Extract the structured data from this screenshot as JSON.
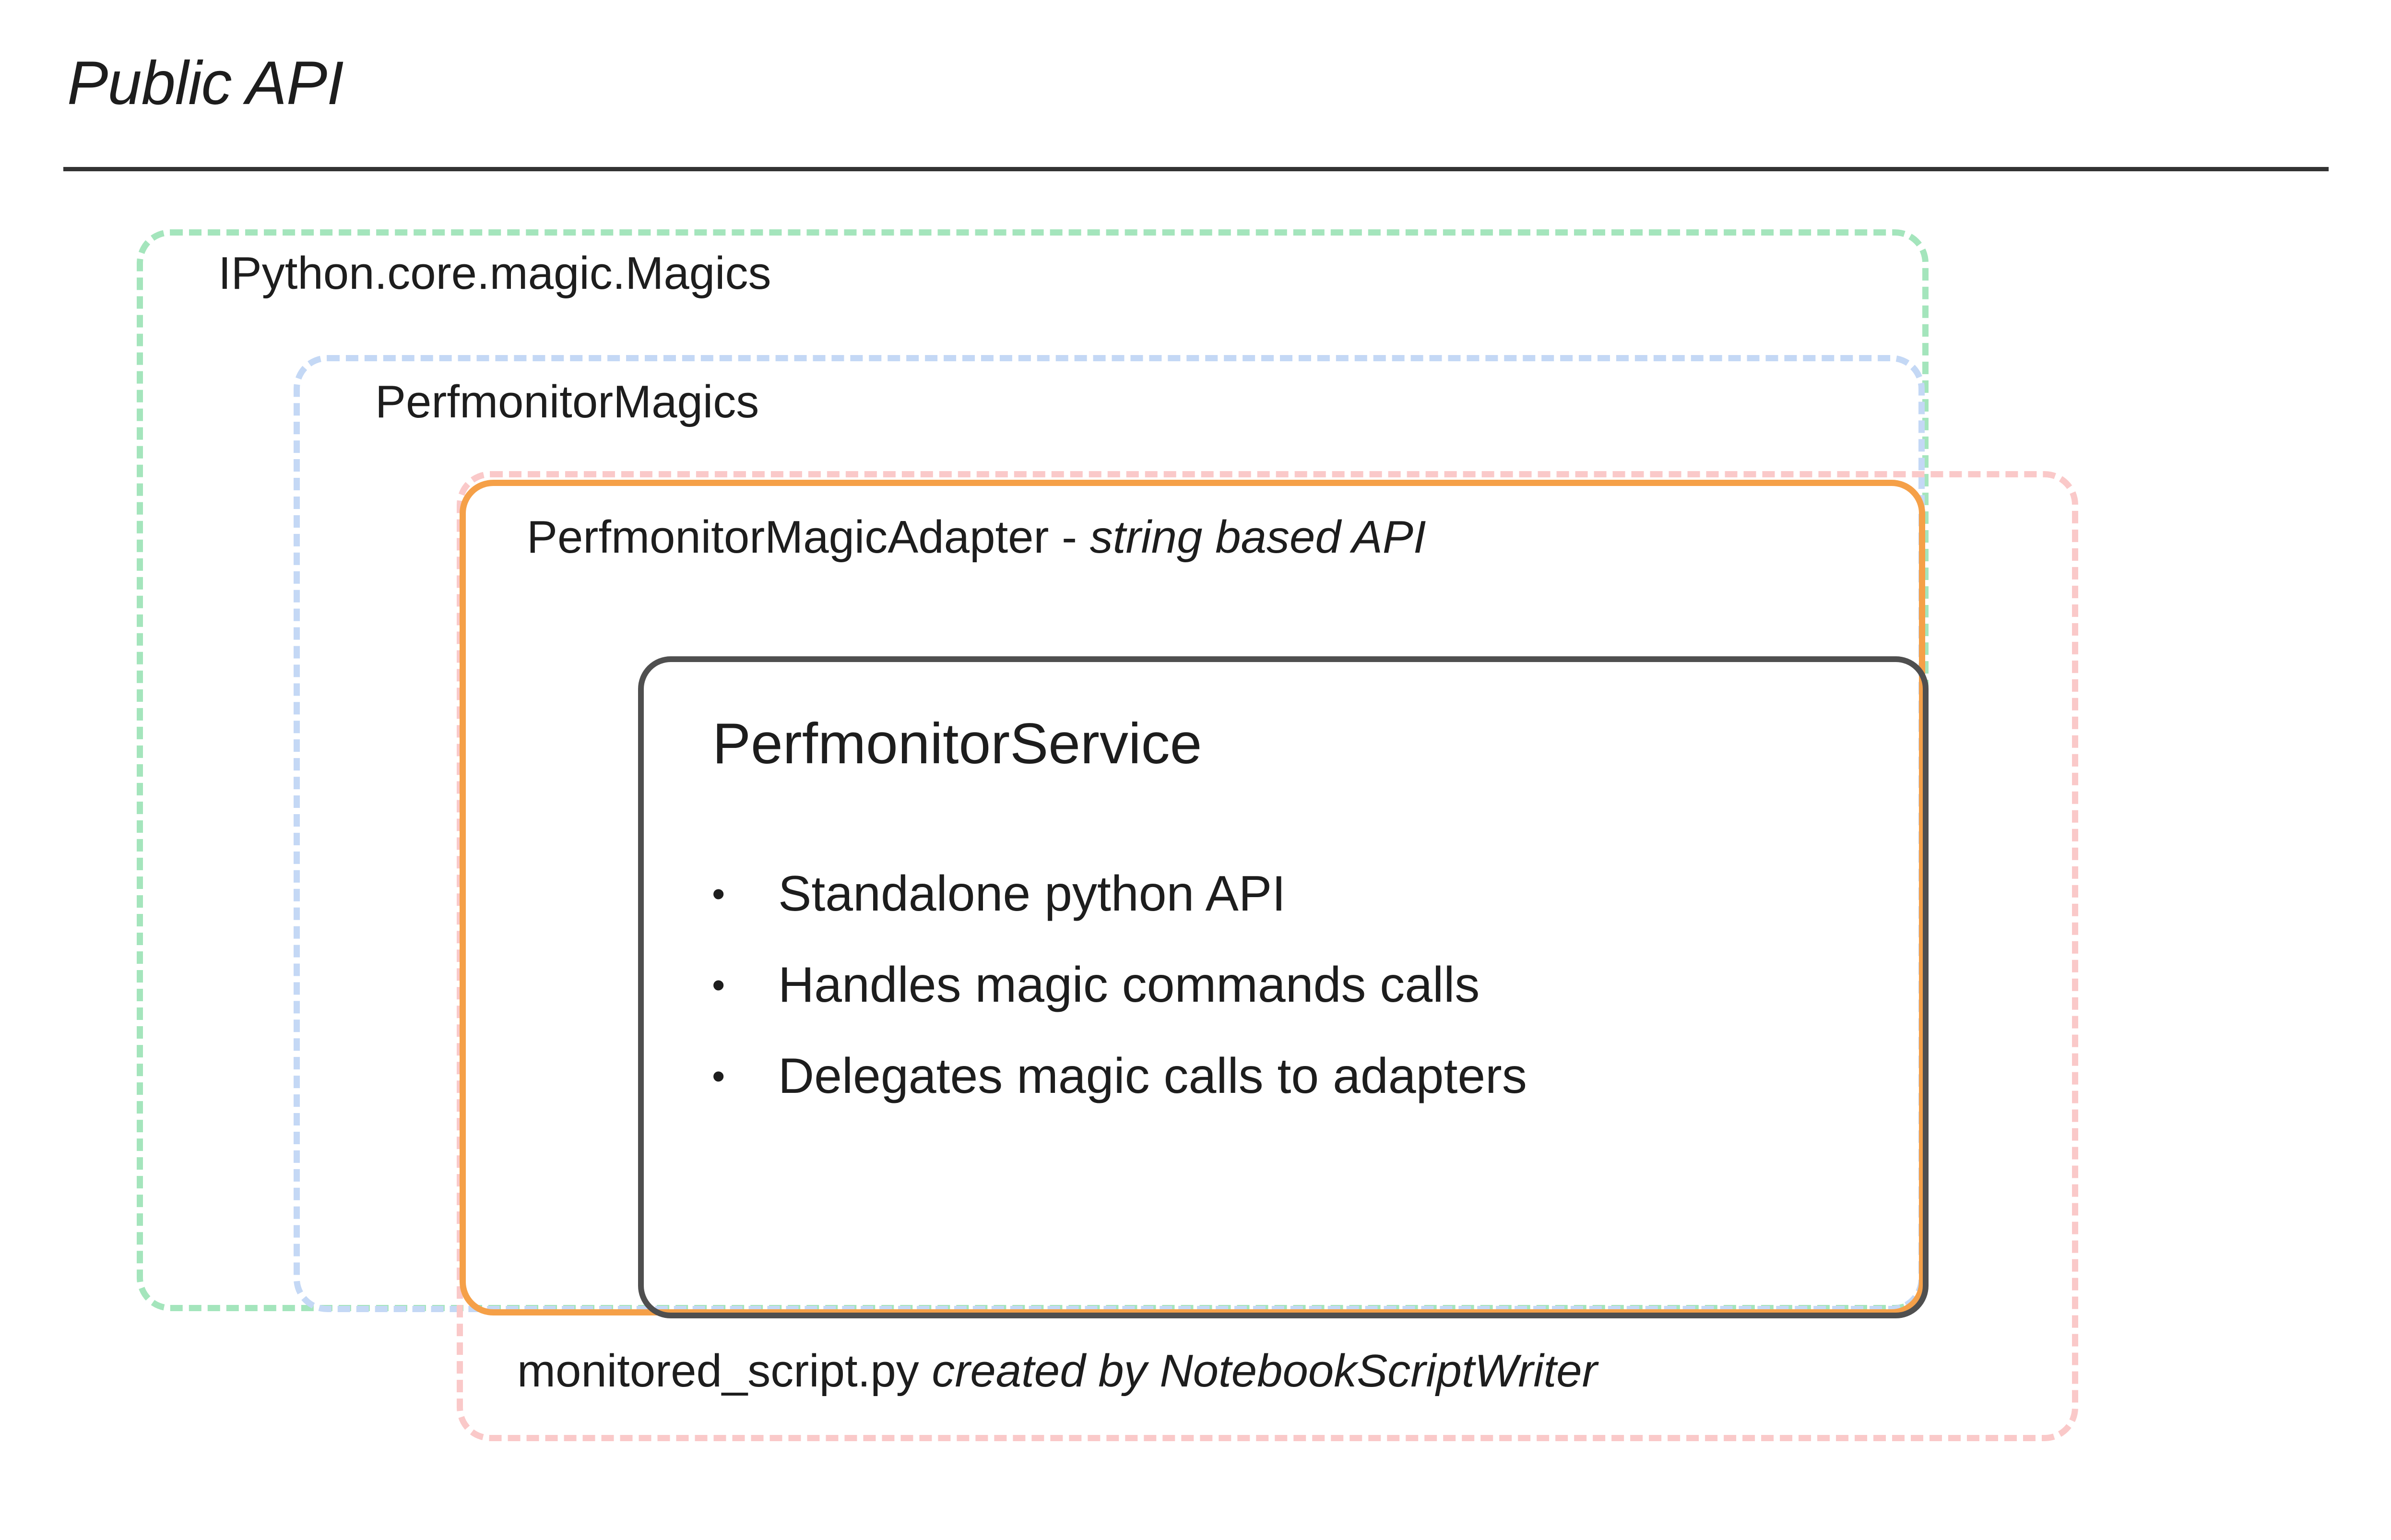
{
  "slide": {
    "title": "Public API"
  },
  "layers": {
    "magics": {
      "label": "IPython.core.magic.Magics",
      "border_color": "#a4e5bc",
      "border_style": "dashed"
    },
    "perfmonitor_magics": {
      "label": "PerfmonitorMagics",
      "border_color": "#c4d8f5",
      "border_style": "dashed"
    },
    "magic_adapter": {
      "label_main": "PerfmonitorMagicAdapter - ",
      "label_italic": "string based API",
      "border_color": "#f5a048",
      "border_style": "solid"
    },
    "script": {
      "label_main": "monitored_script.py ",
      "label_italic": "created by NotebookScriptWriter",
      "border_color": "#fac9c9",
      "border_style": "dashed"
    },
    "service": {
      "title": "PerfmonitorService",
      "border_color": "#4f4f4f",
      "border_style": "solid",
      "bullets": [
        "Standalone python API",
        "Handles magic commands calls",
        "Delegates magic calls to adapters"
      ]
    }
  }
}
